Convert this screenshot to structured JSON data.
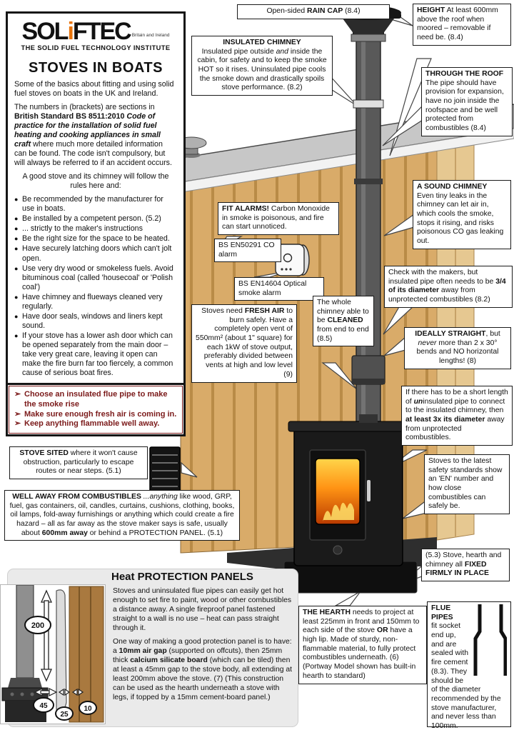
{
  "logo": {
    "brand_pre": "SOL",
    "brand_i": "i",
    "brand_post": "FTEC",
    "region": "Britain and Ireland",
    "subtitle": "THE SOLID FUEL TECHNOLOGY INSTITUTE",
    "accent_color": "#e8740c"
  },
  "left_panel": {
    "title": "STOVES IN BOATS",
    "intro1": "Some of the basics about fitting and using solid fuel stoves on boats in the UK and Ireland.",
    "intro2_pre": "The numbers in (brackets) are sections in ",
    "intro2_bold": "British Standard BS 8511:2010 ",
    "intro2_bolditalic": "Code of practice for the installation of solid fuel heating and cooking appliances in small craft",
    "intro2_post": " where much more detailed information can be found. The code isn't compulsory, but will always be referred to if an accident occurs.",
    "rules_intro": "A good stove and its chimney will follow the rules here and:",
    "bullet_marker": "●",
    "bullets": [
      "Be recommended by the manufacturer for use in boats.",
      "Be installed by a competent person. (5.2)",
      "... strictly to the maker's instructions",
      "Be the right size for the space to be heated.",
      "Have securely latching doors which can't jolt open.",
      "Use very dry wood or smokeless fuels. Avoid bituminous coal (called 'housecoal' or 'Polish coal')",
      "Have chimney and flueways cleaned very regularly.",
      "Have door seals, windows and liners kept sound.",
      "If your stove has a lower ash door which can be opened separately from the main door – take very great care, leaving it open can make the fire burn far too fiercely, a common cause of serious boat fires."
    ]
  },
  "warning_box": {
    "marker": "➢",
    "color": "#7b1a1a",
    "items": [
      "Choose an insulated flue pipe to make the smoke rise",
      "Make sure enough fresh air is coming in.",
      "Keep anything flammable well away."
    ]
  },
  "callouts": {
    "rain_cap": {
      "pre": "Open-sided ",
      "bold": "RAIN CAP",
      "post": " (8.4)"
    },
    "height": {
      "title": "HEIGHT",
      "body": " At least 600mm above the roof when moored – removable if need be. (8.4)"
    },
    "insulated_chimney": {
      "title": "INSULATED CHIMNEY",
      "body_pre": "Insulated pipe outside ",
      "body_italic": "and",
      "body_post": " inside the cabin, for safety and to keep the smoke HOT so it rises. Uninsulated pipe cools the smoke down and drastically spoils stove performance. (8.2)"
    },
    "through_roof": {
      "title": "THROUGH THE ROOF",
      "body": "The pipe should have provision for expansion, have no join inside the roofspace and be well protected from combustibles (8.4)"
    },
    "sound_chimney": {
      "title": "A SOUND CHIMNEY",
      "body": "Even tiny leaks in the chimney can let air in, which cools the smoke, stops it rising, and risks poisonous CO gas leaking out."
    },
    "fit_alarms": {
      "title": "FIT ALARMS!",
      "body": " Carbon Monoxide in smoke is poisonous, and fire can start unnoticed."
    },
    "co_alarm": "BS EN50291 CO alarm",
    "smoke_alarm": "BS EN14604 Optical smoke alarm",
    "check_makers": {
      "pre": "Check with the makers, but insulated pipe often needs to be ",
      "bold": "3/4 of its diameter",
      "post": " away from unprotected combustibles (8.2)"
    },
    "fresh_air": {
      "pre": "Stoves need ",
      "bold": "FRESH AIR",
      "post": " to burn safely. Have a completely open vent of 550mm² (about 1\" square) for each 1kW of stove output, preferably divided between vents at high and low level (9)"
    },
    "cleaned": {
      "pre": "The whole chimney able to be ",
      "bold": "CLEANED",
      "post": " from end to end (8.5)"
    },
    "ideally_straight": {
      "bold": "IDEALLY STRAIGHT",
      "mid": ", but ",
      "italic": "never",
      "post": " more than 2 x 30° bends and NO horizontal lengths! (8)"
    },
    "short_length": {
      "pre": "If there has to be a short length of ",
      "bold_un": "un",
      "mid": "insulated pipe to connect to the insulated chimney, then ",
      "bold": "at least 3x its diameter",
      "post": " away from unprotected combustibles."
    },
    "en_number": "Stoves to the latest safety standards show an 'EN' number and how close combustibles can safely be.",
    "stove_sited": {
      "bold": "STOVE SITED",
      "post": " where it won't cause obstruction, particularly to escape routes or near steps. (5.1)"
    },
    "well_away": {
      "bold": "WELL AWAY FROM COMBUSTIBLES",
      "italic": " ...anything",
      "mid": " like wood, GRP, fuel, gas containers, oil, candles, curtains, cushions, clothing, books, oil lamps, fold-away furnishings or anything which could create a fire hazard – all as far away as the stove maker says is safe, usually about ",
      "bold2": "600mm away",
      "post": " or behind a PROTECTION PANEL. (5.1)"
    },
    "fixed_firmly": {
      "pre": "(5.3) Stove, hearth and chimney all ",
      "bold": "FIXED FIRMLY IN PLACE"
    },
    "flue_pipes": {
      "title": "FLUE PIPES",
      "body": "fit socket end up, and are sealed with fire cement (8.3). They should be of the diameter recommended by the stove manufacturer, and never less than 100mm."
    },
    "hearth": {
      "bold": "THE HEARTH",
      "mid": " needs to project at least 225mm in front and 150mm to each side of the stove ",
      "bold2": "OR",
      "post": " have a high lip. Made of sturdy, non-flammable material, to fully protect combustibles underneath. (6) (Portway Model shown has built-in hearth to standard)"
    }
  },
  "protection": {
    "title": "Heat PROTECTION PANELS",
    "para1": "Stoves and uninsulated flue pipes can easily get hot enough to set fire to paint, wood or other combustibles a distance away. A single fireproof panel fastened straight to a wall is no use – heat can pass straight through it.",
    "para2_pre": "One way of making a good protection panel is to have: a ",
    "para2_bold1": "10mm air gap",
    "para2_mid1": " (supported on offcuts), then 25mm thick ",
    "para2_bold2": "calcium silicate board",
    "para2_post": " (which can be tiled) then at least a 45mm gap to the stove body, all extending at least 200mm above the stove. (7) (This construction can be used as the hearth underneath a stove with legs, if topped by a 15mm cement-board panel.)",
    "measurements": [
      "200",
      "45",
      "25",
      "10"
    ]
  },
  "illustration_colors": {
    "wood": "#d9ab69",
    "wood_dark": "#b98b47",
    "roof_gray": "#c7c7c7",
    "pipe_gray": "#595959",
    "stove_black": "#1a1a1a",
    "fire_orange": "#ff7a00"
  }
}
